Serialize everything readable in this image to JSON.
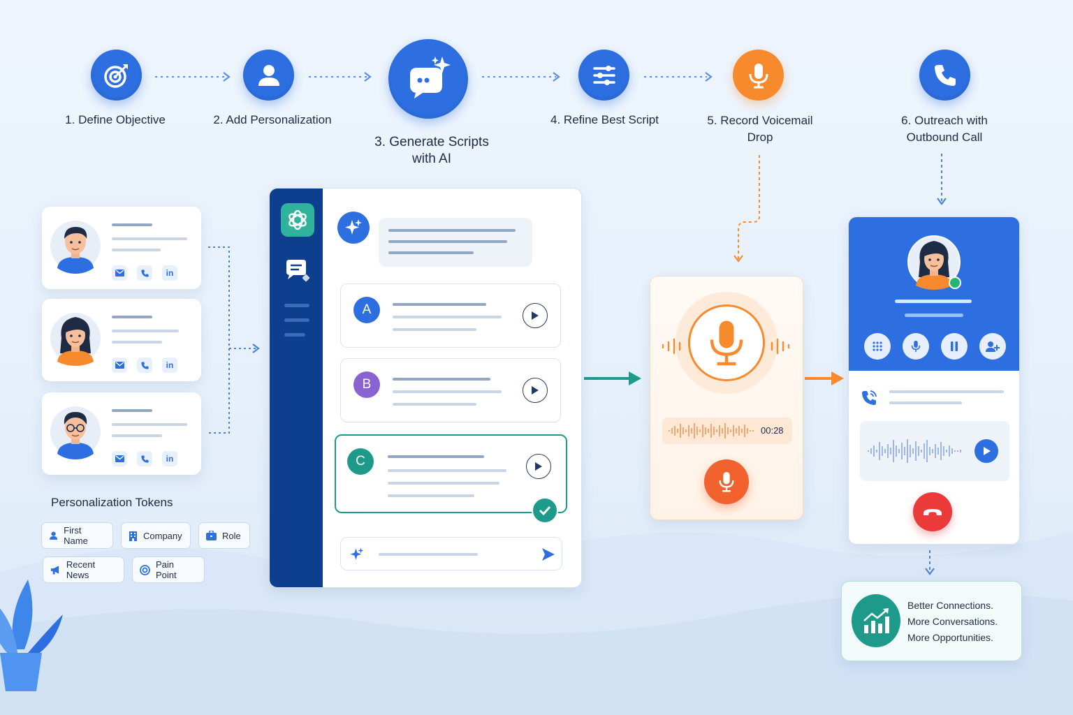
{
  "steps": [
    {
      "label": "1. Define Objective",
      "icon": "target-icon"
    },
    {
      "label": "2. Add Personalization",
      "icon": "user-icon"
    },
    {
      "label": "3. Generate Scripts with AI",
      "icon": "ai-chat-sparkle-icon"
    },
    {
      "label": "4. Refine Best Script",
      "icon": "sliders-icon"
    },
    {
      "label": "5. Record Voicemail Drop",
      "icon": "microphone-icon"
    },
    {
      "label": "6. Outreach with Outbound Call",
      "icon": "phone-icon"
    }
  ],
  "tokens": {
    "title": "Personalization Tokens",
    "items": [
      {
        "label": "First Name",
        "icon": "user-icon"
      },
      {
        "label": "Company",
        "icon": "building-icon"
      },
      {
        "label": "Role",
        "icon": "briefcase-icon"
      },
      {
        "label": "Recent News",
        "icon": "megaphone-icon"
      },
      {
        "label": "Pain Point",
        "icon": "target-icon"
      }
    ]
  },
  "contacts": [
    {
      "icons": [
        "mail-icon",
        "phone-icon",
        "linkedin-icon"
      ],
      "linkedin": "in"
    },
    {
      "icons": [
        "mail-icon",
        "phone-icon",
        "linkedin-icon"
      ],
      "linkedin": "in"
    },
    {
      "icons": [
        "mail-icon",
        "phone-icon",
        "linkedin-icon"
      ],
      "linkedin": "in"
    }
  ],
  "scripts": {
    "options": [
      {
        "letter": "A",
        "color": "#2d6fe0"
      },
      {
        "letter": "B",
        "color": "#8a63d2"
      },
      {
        "letter": "C",
        "color": "#1e9a8a",
        "selected": true
      }
    ]
  },
  "voicemail": {
    "duration": "00:28"
  },
  "results": {
    "lines": [
      "Better Connections.",
      "More Conversations.",
      "More Opportunities."
    ]
  },
  "colors": {
    "primary": "#2d6fe0",
    "orange": "#f78a2c",
    "teal": "#1e9a8a",
    "navy": "#0e3f8e",
    "red": "#ea3a3a"
  }
}
